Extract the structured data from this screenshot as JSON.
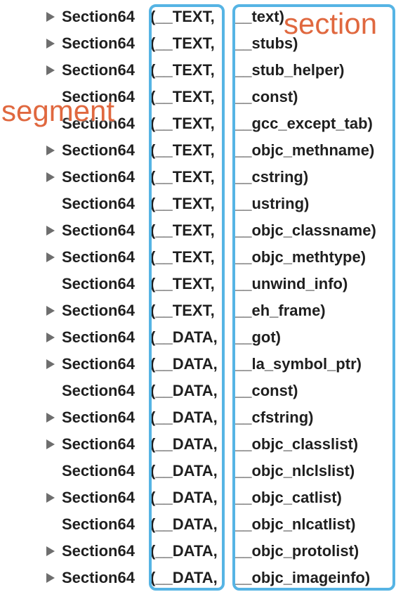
{
  "rows": [
    {
      "name": "Section64",
      "segment": "(__TEXT,",
      "section": "__text)",
      "expandable": true
    },
    {
      "name": "Section64",
      "segment": "(__TEXT,",
      "section": "__stubs)",
      "expandable": true
    },
    {
      "name": "Section64",
      "segment": "(__TEXT,",
      "section": "__stub_helper)",
      "expandable": true
    },
    {
      "name": "Section64",
      "segment": "(__TEXT,",
      "section": "__const)",
      "expandable": false
    },
    {
      "name": "Section64",
      "segment": "(__TEXT,",
      "section": "__gcc_except_tab)",
      "expandable": false
    },
    {
      "name": "Section64",
      "segment": "(__TEXT,",
      "section": "__objc_methname)",
      "expandable": true
    },
    {
      "name": "Section64",
      "segment": "(__TEXT,",
      "section": "__cstring)",
      "expandable": true
    },
    {
      "name": "Section64",
      "segment": "(__TEXT,",
      "section": "__ustring)",
      "expandable": false
    },
    {
      "name": "Section64",
      "segment": "(__TEXT,",
      "section": "__objc_classname)",
      "expandable": true
    },
    {
      "name": "Section64",
      "segment": "(__TEXT,",
      "section": "__objc_methtype)",
      "expandable": true
    },
    {
      "name": "Section64",
      "segment": "(__TEXT,",
      "section": "__unwind_info)",
      "expandable": false
    },
    {
      "name": "Section64",
      "segment": "(__TEXT,",
      "section": "__eh_frame)",
      "expandable": true
    },
    {
      "name": "Section64",
      "segment": "(__DATA,",
      "section": "__got)",
      "expandable": true
    },
    {
      "name": "Section64",
      "segment": "(__DATA,",
      "section": "__la_symbol_ptr)",
      "expandable": true
    },
    {
      "name": "Section64",
      "segment": "(__DATA,",
      "section": "__const)",
      "expandable": false
    },
    {
      "name": "Section64",
      "segment": "(__DATA,",
      "section": "__cfstring)",
      "expandable": true
    },
    {
      "name": "Section64",
      "segment": "(__DATA,",
      "section": "__objc_classlist)",
      "expandable": true
    },
    {
      "name": "Section64",
      "segment": "(__DATA,",
      "section": "__objc_nlclslist)",
      "expandable": false
    },
    {
      "name": "Section64",
      "segment": "(__DATA,",
      "section": "__objc_catlist)",
      "expandable": true
    },
    {
      "name": "Section64",
      "segment": "(__DATA,",
      "section": "__objc_nlcatlist)",
      "expandable": false
    },
    {
      "name": "Section64",
      "segment": "(__DATA,",
      "section": "__objc_protolist)",
      "expandable": true
    },
    {
      "name": "Section64",
      "segment": "(__DATA,",
      "section": "__objc_imageinfo)",
      "expandable": true
    }
  ],
  "annotations": {
    "section_label": "section",
    "segment_label": "segment",
    "label_color": "#e0683f",
    "box_color": "#56b4e4"
  },
  "icons": {
    "disclosure": "disclosure-triangle-icon"
  }
}
